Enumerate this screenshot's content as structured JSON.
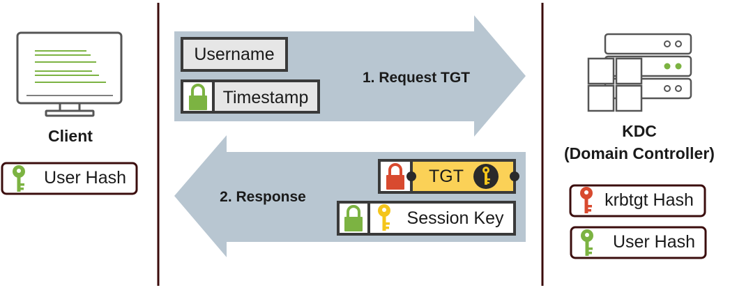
{
  "client": {
    "title": "Client",
    "hash_label": "User Hash"
  },
  "kdc": {
    "title_line1": "KDC",
    "title_line2": "(Domain Controller)",
    "krbtgt_label": "krbtgt Hash",
    "user_hash_label": "User Hash"
  },
  "request": {
    "label": "1. Request TGT",
    "username": "Username",
    "timestamp": "Timestamp"
  },
  "response": {
    "label": "2. Response",
    "tgt": "TGT",
    "session_key": "Session Key"
  },
  "colors": {
    "divider": "#3b0b0b",
    "box_border": "#3a3a3a",
    "arrow": "#b8c6d1",
    "green": "#7cb342",
    "red": "#d84a2f",
    "gold": "#f4c51b",
    "tgt_fill": "#fbd157",
    "hash_border": "#3b0d0d"
  },
  "icons": {
    "client": "monitor-icon",
    "kdc": "server-icon",
    "key": "key-icon",
    "lock": "padlock-icon"
  }
}
